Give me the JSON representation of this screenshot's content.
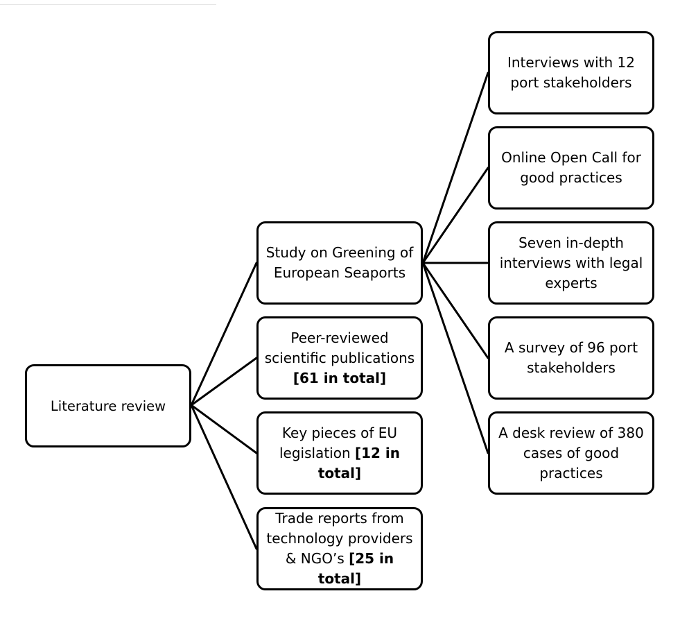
{
  "diagram": {
    "root": {
      "label": "Literature review"
    },
    "level1": [
      {
        "id": "study",
        "lines": [
          "Study on Greening of",
          "European Seaports"
        ],
        "bold": ""
      },
      {
        "id": "peer",
        "lines": [
          "Peer-reviewed",
          "scientific publications"
        ],
        "bold": "[61 in total]"
      },
      {
        "id": "legislation",
        "lines": [
          "Key pieces of EU",
          "legislation"
        ],
        "bold": "[12 in total]"
      },
      {
        "id": "trade",
        "lines": [
          "Trade reports from",
          "technology providers",
          "& NGO’s"
        ],
        "bold": "[25 in total]"
      }
    ],
    "level2": [
      {
        "id": "interviews",
        "lines": [
          "Interviews with 12",
          "port stakeholders"
        ]
      },
      {
        "id": "opencall",
        "lines": [
          "Online Open Call for",
          "good practices"
        ]
      },
      {
        "id": "legal",
        "lines": [
          "Seven in-depth",
          "interviews with legal",
          "experts"
        ]
      },
      {
        "id": "survey",
        "lines": [
          "A survey of 96 port",
          "stakeholders"
        ]
      },
      {
        "id": "desk",
        "lines": [
          "A desk review of 380",
          "cases of good",
          "practices"
        ]
      }
    ]
  }
}
